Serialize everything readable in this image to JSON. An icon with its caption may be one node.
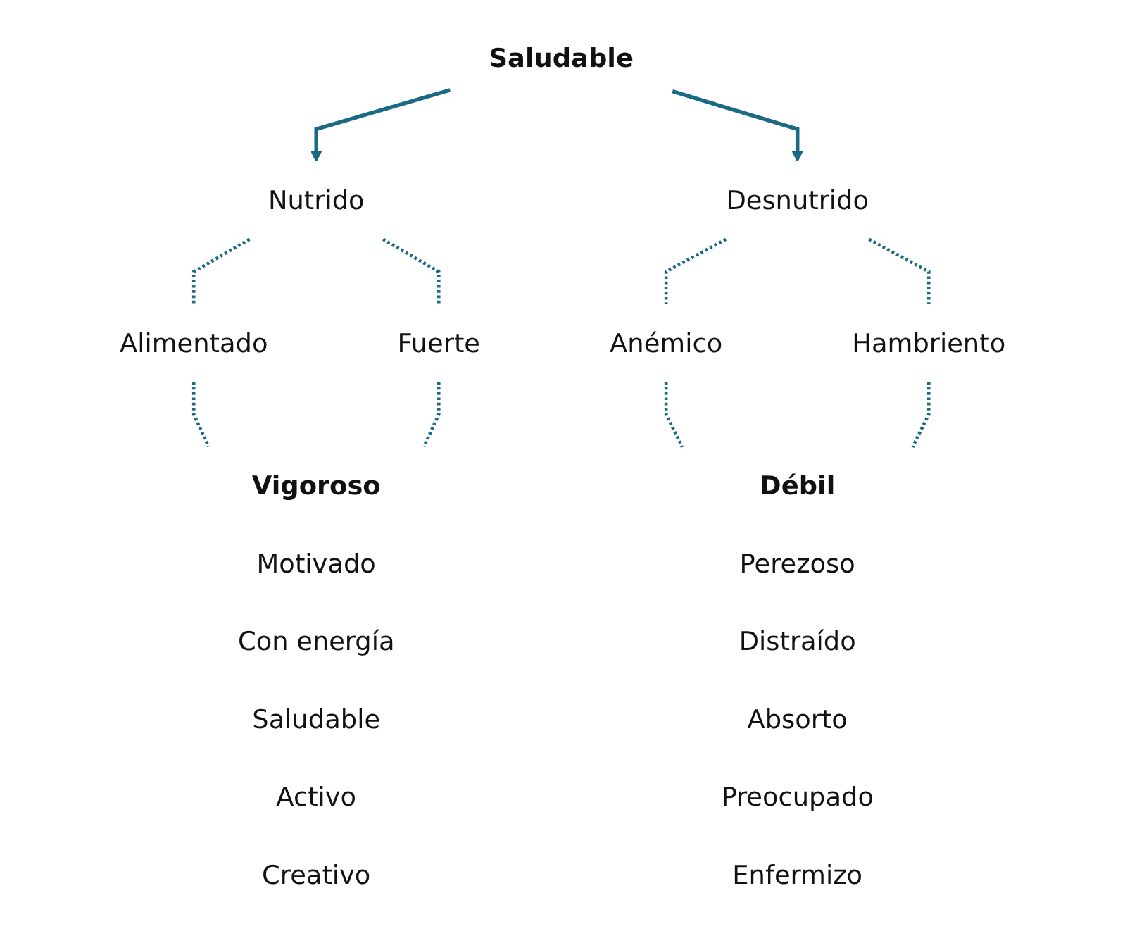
{
  "diagram": {
    "nodes": [
      {
        "text": [
          "Saludable"
        ]
      },
      {
        "text": [
          "Nutrido"
        ]
      },
      {
        "text": [
          "Desnutrido"
        ]
      },
      {
        "text": [
          "Alimentado"
        ]
      },
      {
        "text": [
          "Fuerte"
        ]
      },
      {
        "text": [
          "Anémico"
        ]
      },
      {
        "text": [
          "Hambriento"
        ]
      },
      {
        "text": [
          "Vigoroso"
        ],
        "beside": [
          "Motivado",
          "Con energía",
          "Saludable",
          "Activo",
          "Creativo"
        ]
      },
      {
        "text": [
          "Débil"
        ],
        "beside": [
          "Perezoso",
          "Distraído",
          "Absorto",
          "Preocupado",
          "Enfermizo"
        ]
      }
    ],
    "edges": [
      {
        "from": 0,
        "to": 1,
        "arrow": "to"
      },
      {
        "from": 0,
        "to": 2,
        "arrow": "to"
      },
      {
        "from": 1,
        "to": 3,
        "arrow": "none",
        "style": "dashed"
      },
      {
        "from": 1,
        "to": 4,
        "arrow": "none",
        "style": "dashed"
      },
      {
        "from": 3,
        "to": 7,
        "arrow": "none",
        "style": "dashed"
      },
      {
        "from": 4,
        "to": 7,
        "arrow": "none",
        "style": "dashed"
      },
      {
        "from": 2,
        "to": 5,
        "arrow": "none",
        "style": "dashed"
      },
      {
        "from": 2,
        "to": 6,
        "arrow": "none",
        "style": "dashed"
      },
      {
        "from": 5,
        "to": 8,
        "arrow": "none",
        "style": "dashed"
      },
      {
        "from": 6,
        "to": 8,
        "arrow": "none",
        "style": "dashed"
      }
    ]
  }
}
